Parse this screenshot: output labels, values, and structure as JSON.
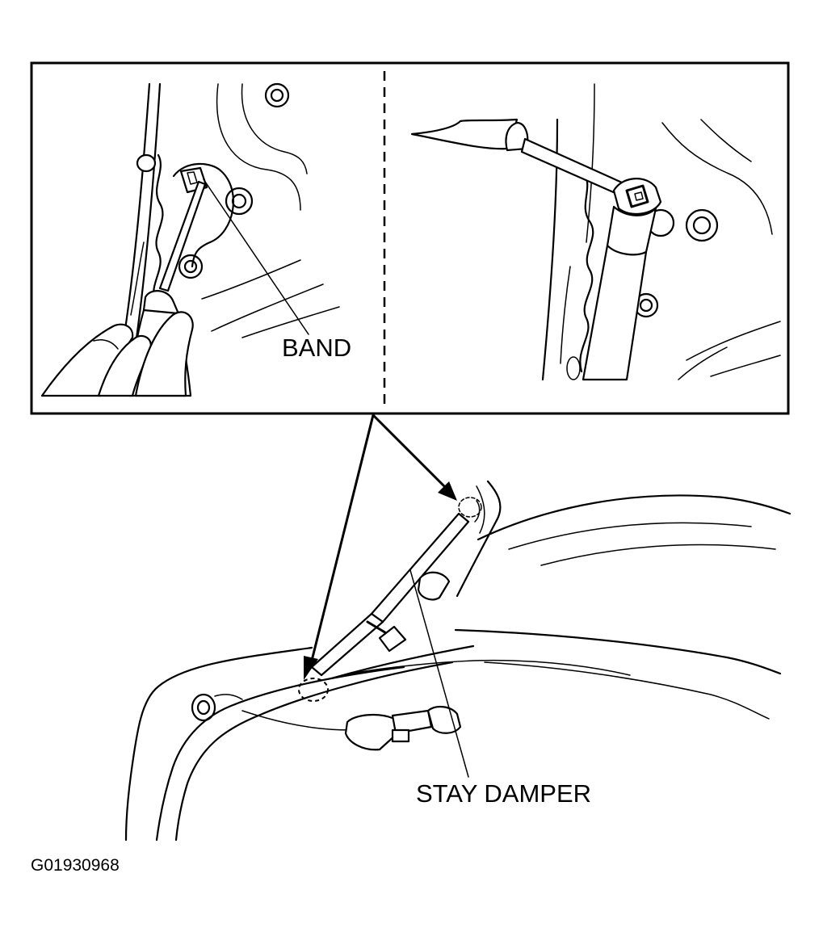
{
  "labels": {
    "band": "BAND",
    "stay_damper": "STAY DAMPER",
    "figure_code": "G01930968"
  },
  "icons": [
    "screwdriver-icon",
    "hand-icon",
    "arrow-icon",
    "bolt-icon",
    "stay-damper-icon"
  ],
  "colors": {
    "line": "#000000",
    "background": "#ffffff"
  }
}
